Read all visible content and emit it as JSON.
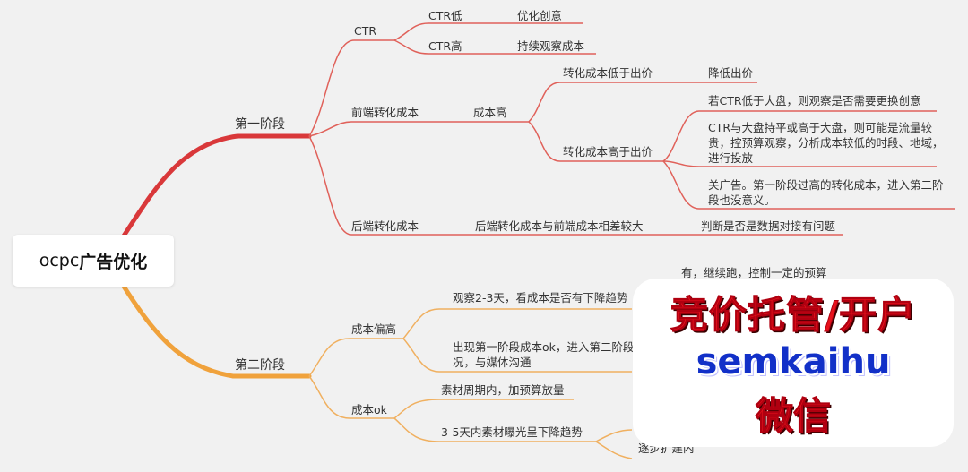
{
  "root": {
    "prefix": "ocpc",
    "bold": "广告优化"
  },
  "stage1": {
    "label": "第一阶段",
    "ctr": {
      "label": "CTR",
      "low": {
        "label": "CTR低",
        "action": "优化创意"
      },
      "high": {
        "label": "CTR高",
        "action": "持续观察成本"
      }
    },
    "front_cost": {
      "label": "前端转化成本",
      "high_cost": {
        "label": "成本高",
        "below_bid": {
          "label": "转化成本低于出价",
          "action": "降低出价"
        },
        "above_bid": {
          "label": "转化成本高于出价",
          "notes": [
            [
              "若CTR低于大盘，则观察是否需要更换创意"
            ],
            [
              "CTR与大盘持平或高于大盘，则可能是流量较",
              "贵，控预算观察，分析成本较低的时段、地域，",
              "进行投放"
            ],
            [
              "关广告。第一阶段过高的转化成本，进入第二阶",
              "段也没意义。"
            ]
          ]
        }
      }
    },
    "back_cost": {
      "label": "后端转化成本",
      "diff": "后端转化成本与前端成本相差较大",
      "action": "判断是否是数据对接有问题"
    }
  },
  "stage2": {
    "label": "第二阶段",
    "cost_high": {
      "label": "成本偏高",
      "items": [
        [
          "观察2-3天，看成本是否有下降趋势"
        ],
        [
          "出现第一阶段成本ok，进入第二阶段",
          "况，与媒体沟通"
        ]
      ],
      "partial_top": "有，继续跑，控制一定的预算"
    },
    "cost_ok": {
      "label": "成本ok",
      "items": [
        "素材周期内，加预算放量",
        "3-5天内素材曝光呈下降趋势"
      ],
      "partial_bottom": "逐步扩建内"
    }
  },
  "watermark": {
    "line1": "竞价托管/开户",
    "line2": "semkaihu",
    "line3": "微信"
  },
  "colors": {
    "stage1_branch": "#d9383a",
    "stage2_branch": "#f0a23c",
    "connector": "#e0615a",
    "connector2": "#f0b060"
  }
}
